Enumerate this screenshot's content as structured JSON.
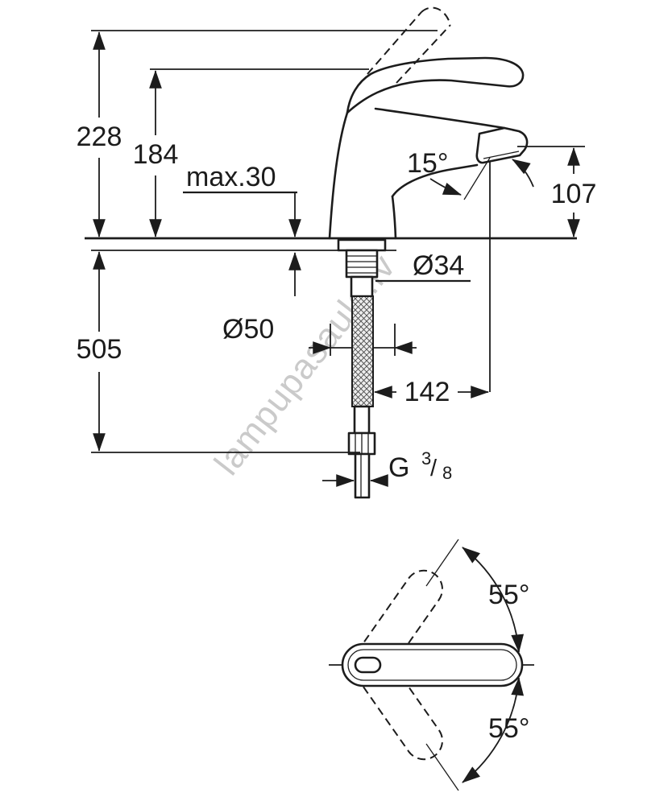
{
  "colors": {
    "line": "#1c1c1c",
    "background": "#ffffff",
    "watermark": "#a8a8a8"
  },
  "watermark": {
    "text": "lampupasaule.lv"
  },
  "side_view": {
    "dim228": "228",
    "dim184": "184",
    "max30": "max.30",
    "angle15": "15°",
    "dim107": "107",
    "dia34": "Ø34",
    "dia50": "Ø50",
    "dim505": "505",
    "dim142": "142",
    "thread_g": "G",
    "thread_num": "3",
    "thread_slash": "/",
    "thread_den": "8"
  },
  "top_view": {
    "angle_up": "55°",
    "angle_down": "55°"
  }
}
